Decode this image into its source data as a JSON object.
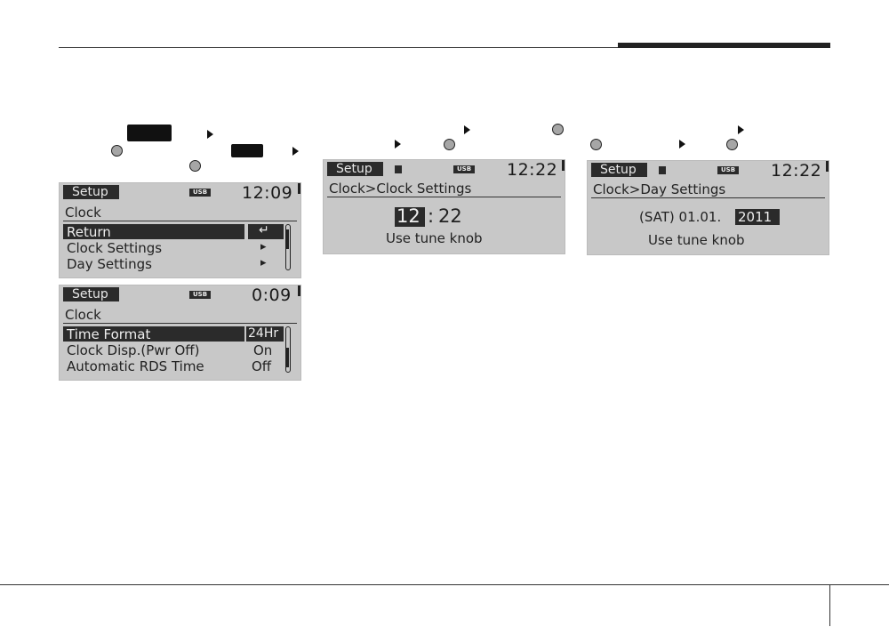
{
  "screens": [
    {
      "header": "Setup",
      "usb": "USB",
      "time": "12:09",
      "title": "Clock",
      "rows": [
        {
          "label": "Return",
          "value": "↵"
        },
        {
          "label": "Clock Settings",
          "value": "▸"
        },
        {
          "label": "Day Settings",
          "value": "▸"
        }
      ]
    },
    {
      "header": "Setup",
      "usb": "USB",
      "time": "0:09",
      "title": "Clock",
      "rows": [
        {
          "label": "Time Format",
          "value": "24Hr"
        },
        {
          "label": "Clock Disp.(Pwr Off)",
          "value": "On"
        },
        {
          "label": "Automatic RDS Time",
          "value": "Off"
        }
      ]
    },
    {
      "header": "Setup",
      "usb": "USB",
      "time": "12:22",
      "title": "Clock>Clock Settings",
      "hour": "12",
      "colon": ":",
      "minute": "22",
      "hint": "Use tune knob"
    },
    {
      "header": "Setup",
      "usb": "USB",
      "time": "12:22",
      "title": "Clock>Day Settings",
      "date_prefix": "(SAT) 01.01.",
      "year": "2011",
      "hint": "Use tune knob"
    }
  ]
}
